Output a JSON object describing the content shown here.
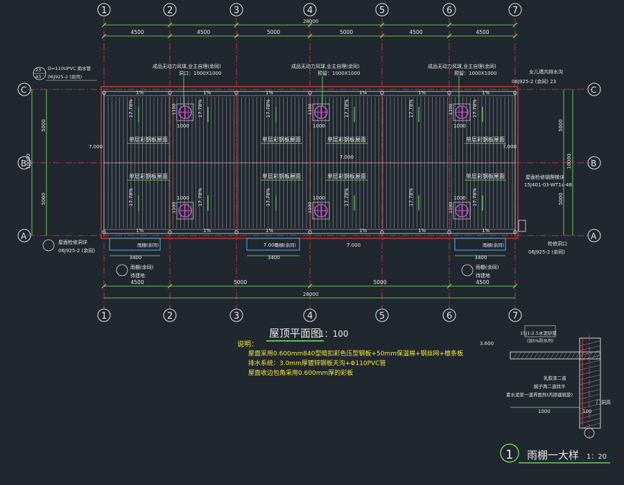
{
  "colors": {
    "background": "#21272f",
    "axis_line": "#e83a3a",
    "dimension": "#7cf26a",
    "note_text": "#f2ea3a",
    "label_text": "#e8e8e8",
    "drain": "#e24be2"
  },
  "grid_x": [
    "1",
    "2",
    "3",
    "4",
    "5",
    "6",
    "7"
  ],
  "grid_y": [
    "C",
    "B",
    "A"
  ],
  "dims_top_total": "28000",
  "dims_top": [
    "4500",
    "4500",
    "5000",
    "5000",
    "4500",
    "4500"
  ],
  "dims_bottom_total": "28000",
  "dims_bottom": [
    "4500",
    "5000",
    "5000",
    "4500"
  ],
  "dims_side_total": "10000",
  "dims_side": [
    "5000",
    "5000"
  ],
  "vent_notes": [
    {
      "line1": "成品无动力风球,业主自理(余同)",
      "line2": "洞口：1000X1000"
    },
    {
      "line1": "成品无动力风球,业主自理(余同)",
      "line2": "预留：1000X1000"
    },
    {
      "line1": "成品无动力风球,业主自理(余同)",
      "line2": "预留：1000X1000"
    }
  ],
  "pipe_note": {
    "ratio_top": "23",
    "ratio_bottom": "43",
    "line1": "D=110UPVC  雨水管",
    "line2": "06J925-2  (余同)"
  },
  "right_notes": {
    "top1": "女儿墙内排水沟",
    "top2": "06J925-2  (余同) 23",
    "mid1": "屋面检修钢爬梯详",
    "mid2": "15J401-03-WT1c-48",
    "bot1": "检修洞口",
    "bot2": "06J925-2  (余同)"
  },
  "left_bottom_note": {
    "line1": "屋面检修洞详",
    "line2": "06J925-2  (余同)"
  },
  "panel_labels": [
    "单层彩钢板屋面",
    "单层彩钢板屋面",
    "单层彩钢板屋面",
    "单层彩钢板屋面",
    "单层彩钢板屋面",
    "单层彩钢板屋面",
    "单层彩钢板屋面",
    "单层彩钢板屋面"
  ],
  "slope_small": "1%",
  "elevation": "7.000",
  "dim_1000": "1000",
  "dim_1100": "1100",
  "slope_v": "17.78%",
  "canopy_dim": "3400",
  "canopy_label": "雨棚(余同)",
  "canopy_detail_label": "待建地",
  "title": "屋顶平面图",
  "scale": "1：100",
  "notes_header": "说明：",
  "notes": [
    "屋面采用0.600mm840型暗扣彩色压型钢板+50mm保温棉+钢丝网+檩条板",
    "排水系统：3.0mm厚镀锌钢板天沟+Φ110PVC管",
    "屋面收边包角采用0.600mm厚的彩板"
  ],
  "detail": {
    "number": "1",
    "title": "雨棚一大样",
    "scale": "1：20",
    "elev": "3.600",
    "note_top1": "15J1:2.5水泥砂浆",
    "note_top2": "(加5%防水剂)",
    "note_a": "乳胶漆二道",
    "note_b": "腻子两二道找平",
    "note_c": "素水泥浆一道界面剂(内掺建筑胶)",
    "dim_a": "1000",
    "dim_b": "100",
    "door_label": "门洞高"
  }
}
